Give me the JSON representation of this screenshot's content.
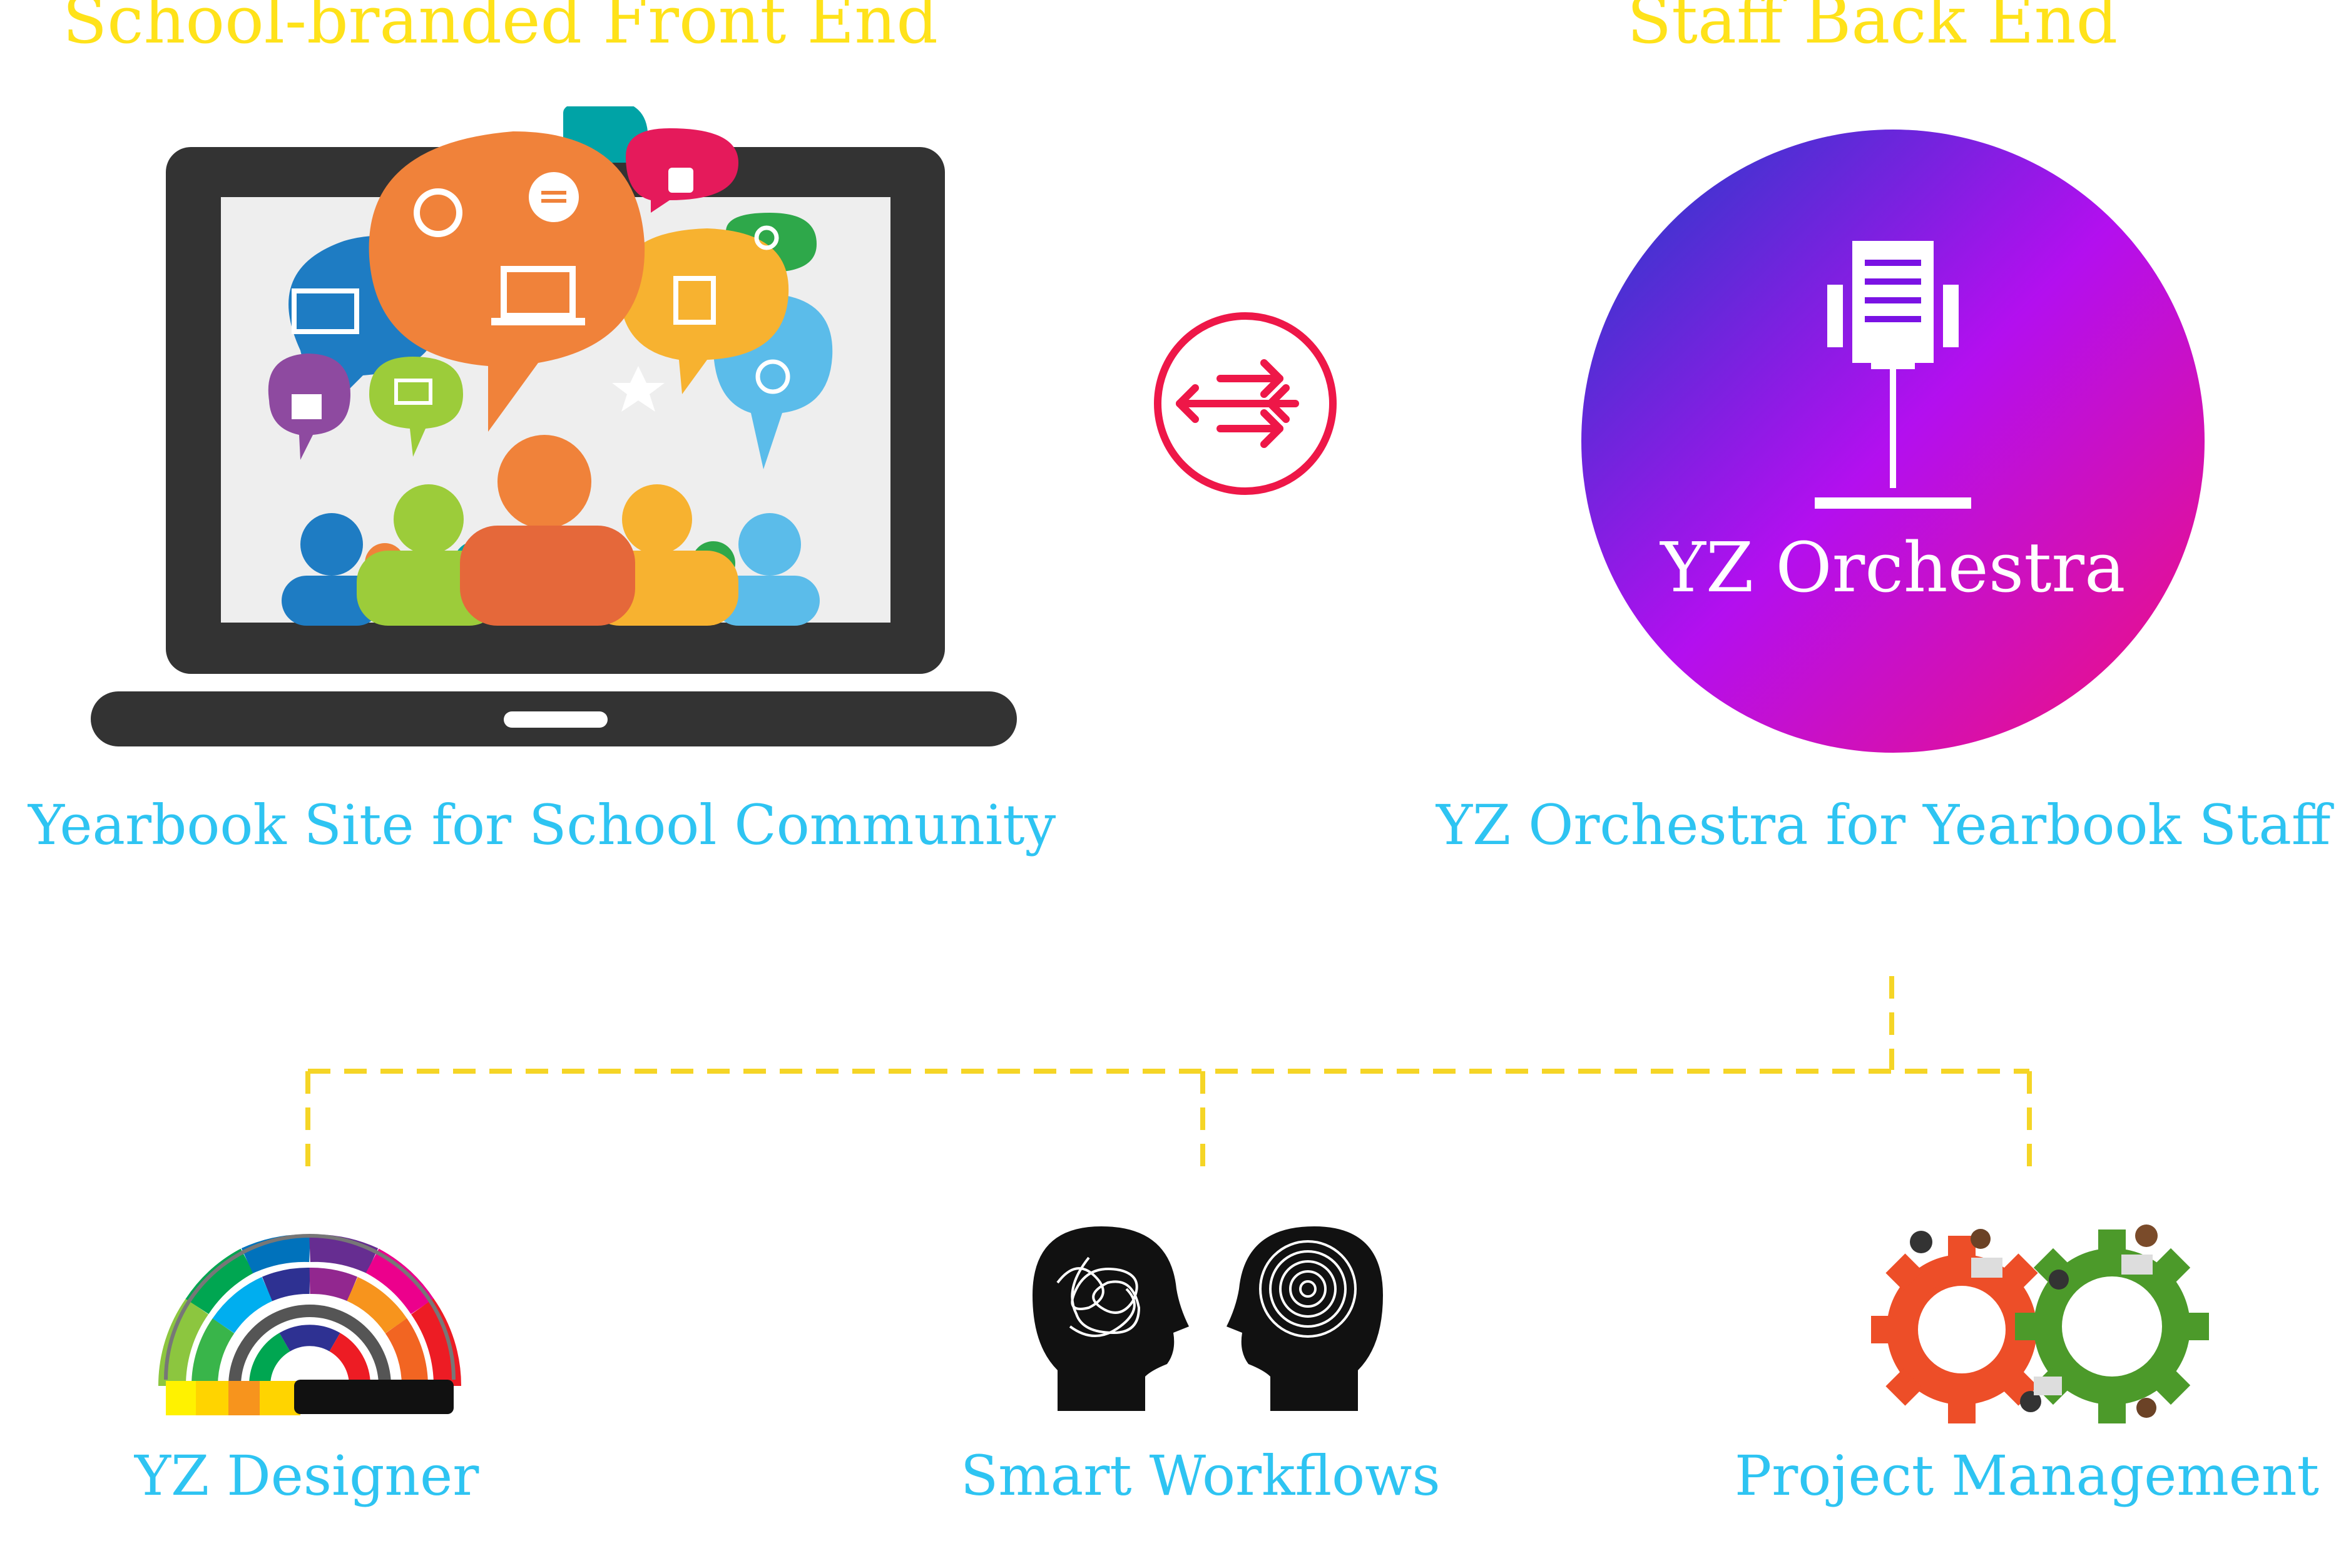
{
  "headings": {
    "front_end": "School-branded Front End",
    "back_end": "Staff Back End"
  },
  "captions": {
    "yearbook_site": "Yearbook Site for School Community",
    "orchestra_staff": "YZ Orchestra for Yearbook Staff",
    "designer": "YZ Designer",
    "workflows": "Smart Workflows",
    "project_management": "Project Management"
  },
  "orchestra_logo_text": "YZ Orchestra",
  "colors": {
    "heading": "#ffe21a",
    "caption": "#2ec4f2",
    "connector": "#f5d526",
    "sync_icon": "#ee1748",
    "laptop": "#333333"
  },
  "icons": [
    "laptop-community-icon",
    "sync-arrows-icon",
    "orchestra-logo-icon",
    "color-fan-icon",
    "two-heads-icon",
    "gears-team-icon"
  ]
}
